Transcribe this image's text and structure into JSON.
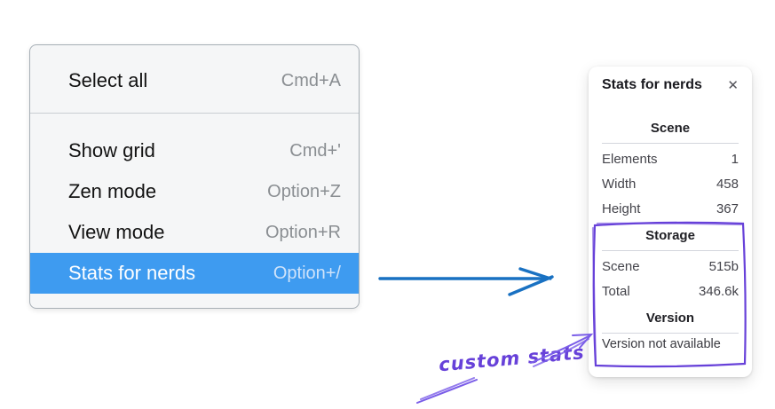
{
  "colors": {
    "menu_highlight": "#3e9bf0",
    "blue_arrow": "#1971c2",
    "purple": "#6741d9",
    "purple_light": "#7a5de8"
  },
  "menu": {
    "items": [
      {
        "label": "Select all",
        "shortcut": "Cmd+A"
      },
      {
        "label": "Show grid",
        "shortcut": "Cmd+'"
      },
      {
        "label": "Zen mode",
        "shortcut": "Option+Z"
      },
      {
        "label": "View mode",
        "shortcut": "Option+R"
      },
      {
        "label": "Stats for nerds",
        "shortcut": "Option+/",
        "selected": true
      }
    ]
  },
  "panel": {
    "title": "Stats for nerds",
    "close_icon": "✕",
    "sections": [
      {
        "title": "Scene",
        "rows": [
          {
            "label": "Elements",
            "value": "1"
          },
          {
            "label": "Width",
            "value": "458"
          },
          {
            "label": "Height",
            "value": "367"
          }
        ]
      },
      {
        "title": "Storage",
        "rows": [
          {
            "label": "Scene",
            "value": "515b"
          },
          {
            "label": "Total",
            "value": "346.6k"
          }
        ]
      },
      {
        "title": "Version",
        "note": "Version not available"
      }
    ]
  },
  "annotation": {
    "label": "custom stats"
  }
}
